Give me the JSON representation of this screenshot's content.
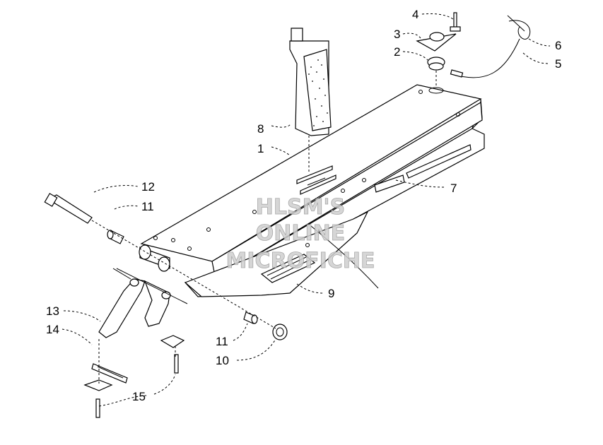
{
  "callouts": [
    {
      "id": "c1",
      "label": "1"
    },
    {
      "id": "c2",
      "label": "2"
    },
    {
      "id": "c3",
      "label": "3"
    },
    {
      "id": "c4",
      "label": "4"
    },
    {
      "id": "c5",
      "label": "5"
    },
    {
      "id": "c6",
      "label": "6"
    },
    {
      "id": "c7",
      "label": "7"
    },
    {
      "id": "c8",
      "label": "8"
    },
    {
      "id": "c9",
      "label": "9"
    },
    {
      "id": "c10",
      "label": "10"
    },
    {
      "id": "c11a",
      "label": "11"
    },
    {
      "id": "c11b",
      "label": "11"
    },
    {
      "id": "c12",
      "label": "12"
    },
    {
      "id": "c13",
      "label": "13"
    },
    {
      "id": "c14",
      "label": "14"
    },
    {
      "id": "c15",
      "label": "15"
    }
  ],
  "watermark": {
    "line1": "HLSM'S",
    "line2": "ONLINE",
    "line3": "MICROFICHE"
  }
}
